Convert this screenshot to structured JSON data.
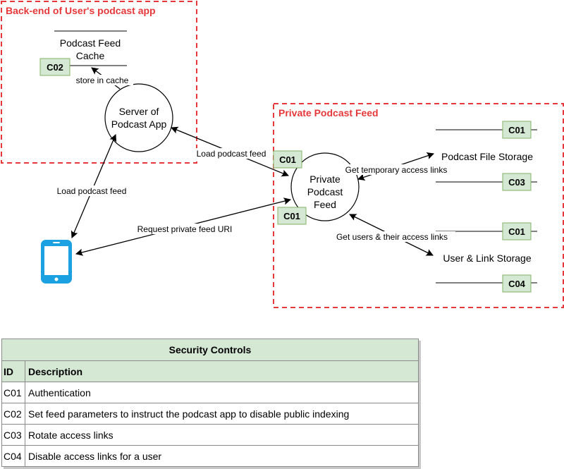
{
  "colors": {
    "boundary": "#e6383a",
    "control_fill": "#d5e8d4",
    "control_stroke": "#82b366",
    "phone": "#1ba1e2"
  },
  "boundaries": {
    "backend": "Back-end of User's podcast app",
    "private_feed": "Private Podcast Feed"
  },
  "processes": {
    "server": [
      "Server of",
      "Podcast App"
    ],
    "private_feed": [
      "Private",
      "Podcast",
      "Feed"
    ]
  },
  "data_stores": {
    "cache": [
      "Podcast Feed",
      "Cache"
    ],
    "file_storage": "Podcast File Storage",
    "user_link_storage": "User & Link Storage"
  },
  "external_entities": {
    "user_device": "smartphone-icon"
  },
  "flows": {
    "store_cache": "store in cache",
    "load_feed_server_private": "Load podcast feed",
    "load_feed_phone_server": "Load podcast feed",
    "request_uri": "Request private feed URI",
    "get_temp_links": "Get temporary access links",
    "get_users_links": "Get users & their access links"
  },
  "control_badges": {
    "cache": "C02",
    "flow_load": "C01",
    "flow_request": "C01",
    "file_top": "C01",
    "file_bottom": "C03",
    "user_top": "C01",
    "user_bottom": "C04"
  },
  "security_controls": {
    "title": "Security Controls",
    "headers": {
      "id": "ID",
      "description": "Description"
    },
    "rows": [
      {
        "id": "C01",
        "description": "Authentication"
      },
      {
        "id": "C02",
        "description": "Set feed parameters to instruct the podcast app to disable public indexing"
      },
      {
        "id": "C03",
        "description": "Rotate access links"
      },
      {
        "id": "C04",
        "description": "Disable access links for a user"
      }
    ]
  }
}
